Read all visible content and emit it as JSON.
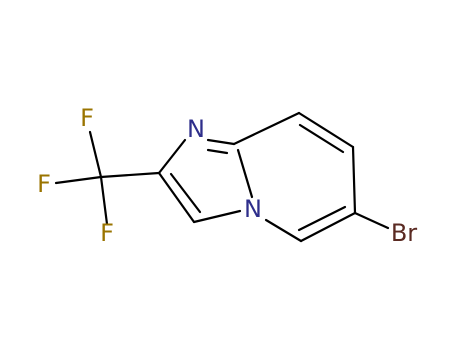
{
  "structure": {
    "atoms": [
      {
        "id": "N1",
        "element": "N",
        "label": "N"
      },
      {
        "id": "N4",
        "element": "N",
        "label": "N"
      },
      {
        "id": "Br",
        "element": "Br",
        "label": "Br"
      },
      {
        "id": "F1",
        "element": "F",
        "label": "F"
      },
      {
        "id": "F2",
        "element": "F",
        "label": "F"
      },
      {
        "id": "F3",
        "element": "F",
        "label": "F"
      }
    ]
  },
  "colors": {
    "bond": "#000000",
    "nitrogen": "#2e2e8b",
    "fluorine": "#9a7400",
    "bromine": "#5a2a22"
  }
}
